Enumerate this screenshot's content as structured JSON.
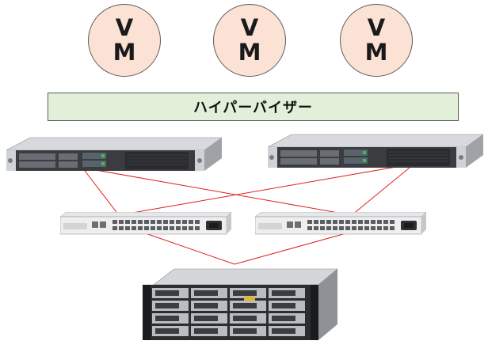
{
  "vms": [
    {
      "label": "VM"
    },
    {
      "label": "VM"
    },
    {
      "label": "VM"
    }
  ],
  "hypervisor": {
    "label": "ハイパーバイザー"
  },
  "colors": {
    "vm_fill": "#fbe2d5",
    "hypervisor_fill": "#e3f0d9",
    "link": "#e02020",
    "border": "#5a5a5a"
  },
  "devices": {
    "servers": [
      {
        "icon": "rack-server-icon"
      },
      {
        "icon": "rack-server-icon"
      }
    ],
    "switches": [
      {
        "icon": "san-switch-icon"
      },
      {
        "icon": "san-switch-icon"
      }
    ],
    "storage": {
      "icon": "storage-array-icon"
    }
  }
}
